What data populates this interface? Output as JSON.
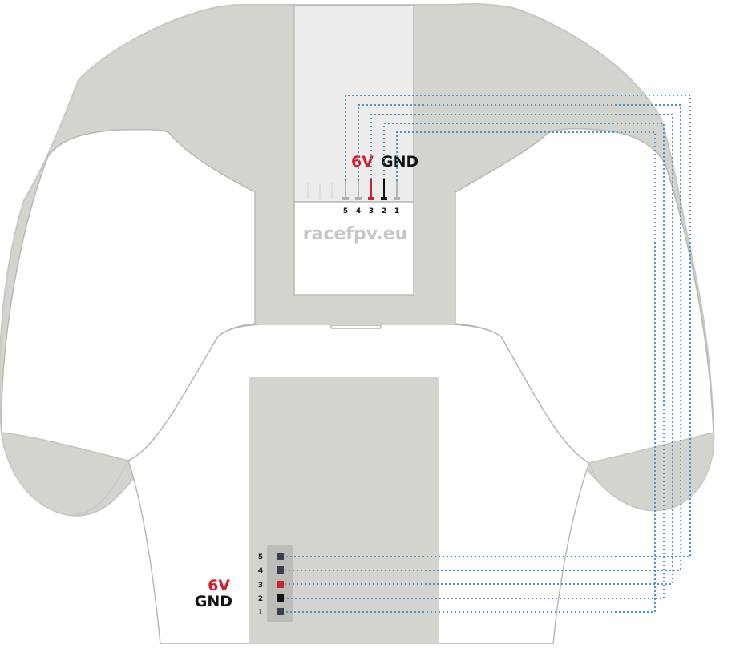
{
  "diagram": {
    "watermark": "racefpv.eu",
    "top_connector": {
      "power_label": "6V",
      "ground_label": "GND",
      "pins": [
        "5",
        "4",
        "3",
        "2",
        "1"
      ]
    },
    "bottom_connector": {
      "power_label": "6V",
      "ground_label": "GND",
      "pins": [
        "5",
        "4",
        "3",
        "2",
        "1"
      ]
    },
    "colors": {
      "body": "#d4d4cf",
      "outline": "#b9b9b4",
      "power": "#d0202a",
      "ground": "#111111",
      "wire": "#4a96d2",
      "pin_gray": "#b5b5b0",
      "pad": "#3a3d4d"
    }
  }
}
